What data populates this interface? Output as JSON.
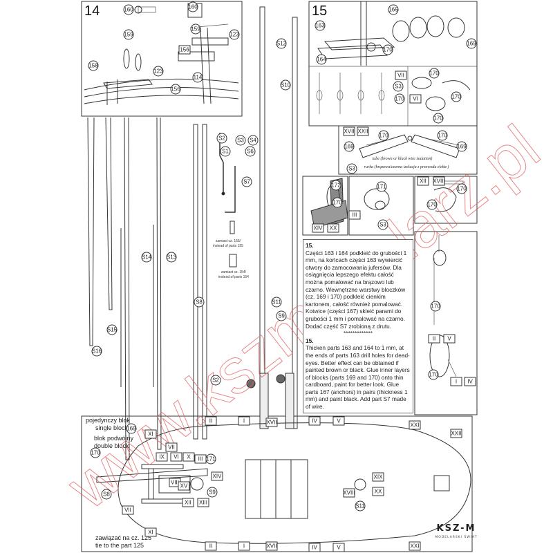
{
  "panel14": {
    "number": "14",
    "labels": [
      "160",
      "160",
      "159",
      "159",
      "158",
      "123",
      "156",
      "123",
      "114",
      "156"
    ]
  },
  "panel15": {
    "number": "15",
    "labels": [
      "165",
      "163",
      "164",
      "170",
      "169"
    ]
  },
  "panel_blocks": {
    "labels": [
      "VII",
      "170",
      "S3",
      "VI",
      "170",
      "170",
      "170"
    ]
  },
  "panel_tube": {
    "boxes": [
      "XVII",
      "XXII"
    ],
    "labels": [
      "170",
      "170",
      "169",
      "169",
      "S3"
    ],
    "tube_en": "tube (brown or black wire isulation)",
    "tube_pl": "rurka (brązowa/czarna izolacja z przewodu elektr.)"
  },
  "panel_172": {
    "labels": [
      "172",
      "170"
    ],
    "boxes": [
      "XIV",
      "XX"
    ]
  },
  "panel_171": {
    "labels": [
      "171",
      "S3"
    ],
    "boxes": [
      "III"
    ]
  },
  "panel_xii": {
    "boxes": [
      "XII",
      "XVIII"
    ],
    "labels": [
      "170",
      "170"
    ]
  },
  "panel_right": {
    "boxes": [
      "II",
      "V",
      "I",
      "IV"
    ],
    "labels": [
      "170",
      "170"
    ]
  },
  "spars": {
    "labels": [
      "S16",
      "S15",
      "S14",
      "S13",
      "S8",
      "S2",
      "S12",
      "S10",
      "S11",
      "S9",
      "S1",
      "S2",
      "S3",
      "S4",
      "S6",
      "S7"
    ],
    "note155_pl": "zamiast cz. 155/",
    "note155_en": "instead of parts 155",
    "note154_pl": "zamiast cz. 154/",
    "note154_en": "instead of parts 154"
  },
  "instructions": {
    "pl_heading": "15.",
    "pl_text": "Części 163 i 164 podkleić do grubości 1 mm, na końcach części 163 wywiercić otwory do zamocowania jufersów. Dla osiągnięcia lepszego efektu całość można pomalować na brązowo lub czarno. Wewnętrzne warstwy bloczków (cz. 169 i 170) podkleić cienkim kartonem, całość również pomalować. Kotwice (części 167) skleić parami do grubości 1 mm i pomalować na czarno. Dodać część S7 zrobioną z drutu.",
    "separator": "*************",
    "en_heading": "15.",
    "en_text": "Thicken parts 163 and 164 to 1 mm, at the ends of parts 163 drill holes for dead-eyes. Better effect can be obtained if painted brown or black. Glue inner layers of blocks (parts 169 and 170) onto thin cardboard, paint for better look. Glue  parts 167 (anchors) in pairs (thickness 1 mm) and paint black. Add part S7 made of wire."
  },
  "legend": {
    "single_pl": "pojedynczy blok",
    "single_en": "single block",
    "single_part": "169",
    "double_pl": "blok podwójny",
    "double_en": "double block",
    "double_part": "170",
    "tie_pl": "zawiązać na cz. 125",
    "tie_en": "tie to the part 125"
  },
  "deck_plan": {
    "boxes": [
      "II",
      "I",
      "XVII",
      "IV",
      "V",
      "XI",
      "VII",
      "XXI",
      "XXII",
      "IX",
      "VI",
      "X",
      "III",
      "XIV",
      "VIII",
      "XV",
      "XII",
      "XIII",
      "VII",
      "XI",
      "II",
      "I",
      "XVII",
      "IV",
      "V",
      "XXI",
      "XIX",
      "XVIII",
      "XX"
    ],
    "labels": [
      "171",
      "S9",
      "S8",
      "S11"
    ]
  },
  "logo": {
    "name": "KSZ-M",
    "tagline": "MODELARSKI ŚWIAT"
  },
  "watermark": "www.kszmodelarz.pl",
  "colors": {
    "line": "#333333",
    "watermark": "#e06060",
    "anchor_ball": "#666666"
  }
}
